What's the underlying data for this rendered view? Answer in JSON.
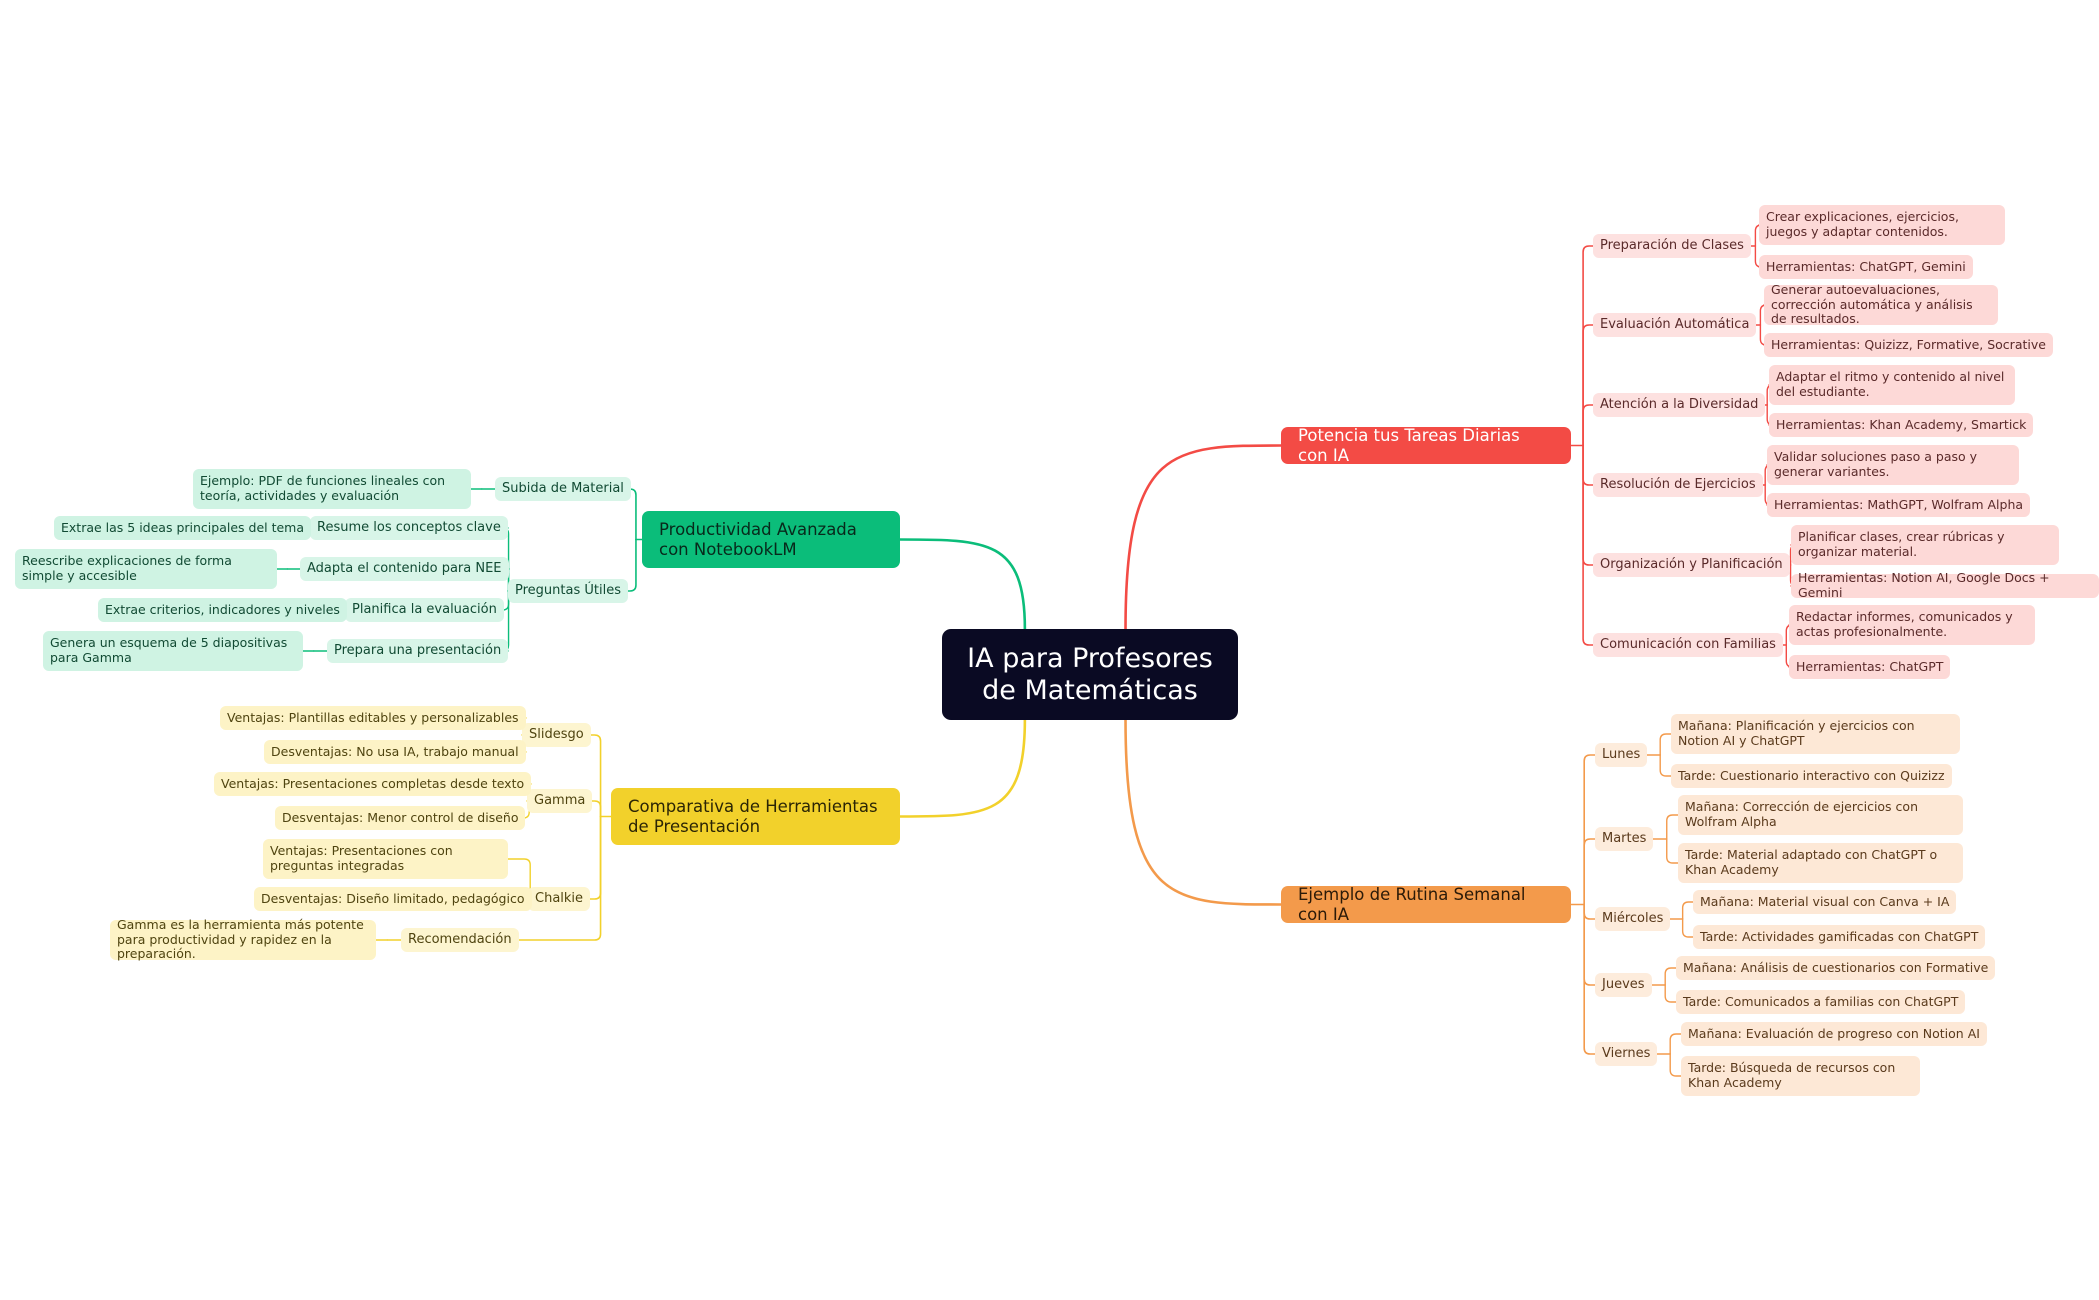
{
  "center": {
    "title": "IA para Profesores de Matemáticas"
  },
  "branches": {
    "tareas": {
      "title": "Potencia tus Tareas Diarias con IA",
      "color": "#f34b45",
      "items": [
        {
          "label": "Preparación de Clases",
          "leaves": [
            "Crear explicaciones, ejercicios, juegos y adaptar contenidos.",
            "Herramientas: ChatGPT, Gemini"
          ]
        },
        {
          "label": "Evaluación Automática",
          "leaves": [
            "Generar autoevaluaciones, corrección automática y análisis de resultados.",
            "Herramientas: Quizizz, Formative, Socrative"
          ]
        },
        {
          "label": "Atención a la Diversidad",
          "leaves": [
            "Adaptar el ritmo y contenido al nivel del estudiante.",
            "Herramientas: Khan Academy, Smartick"
          ]
        },
        {
          "label": "Resolución de Ejercicios",
          "leaves": [
            "Validar soluciones paso a paso y generar variantes.",
            "Herramientas: MathGPT, Wolfram Alpha"
          ]
        },
        {
          "label": "Organización y Planificación",
          "leaves": [
            "Planificar clases, crear rúbricas y organizar material.",
            "Herramientas: Notion AI, Google Docs + Gemini"
          ]
        },
        {
          "label": "Comunicación con Familias",
          "leaves": [
            "Redactar informes, comunicados y actas profesionalmente.",
            "Herramientas: ChatGPT"
          ]
        }
      ]
    },
    "rutina": {
      "title": "Ejemplo de Rutina Semanal con IA",
      "color": "#f39a4b",
      "items": [
        {
          "label": "Lunes",
          "leaves": [
            "Mañana: Planificación y ejercicios con Notion AI y ChatGPT",
            "Tarde: Cuestionario interactivo con Quizizz"
          ]
        },
        {
          "label": "Martes",
          "leaves": [
            "Mañana: Corrección de ejercicios con Wolfram Alpha",
            "Tarde: Material adaptado con ChatGPT o Khan Academy"
          ]
        },
        {
          "label": "Miércoles",
          "leaves": [
            "Mañana: Material visual con Canva + IA",
            "Tarde: Actividades gamificadas con ChatGPT"
          ]
        },
        {
          "label": "Jueves",
          "leaves": [
            "Mañana: Análisis de cuestionarios con Formative",
            "Tarde: Comunicados a familias con ChatGPT"
          ]
        },
        {
          "label": "Viernes",
          "leaves": [
            "Mañana: Evaluación de progreso con Notion AI",
            "Tarde: Búsqueda de recursos con Khan Academy"
          ]
        }
      ]
    },
    "notebook": {
      "title": "Productividad Avanzada con NotebookLM",
      "color": "#0bbd7a",
      "subida": {
        "label": "Subida de Material",
        "leaf": "Ejemplo: PDF de funciones lineales con teoría, actividades y evaluación"
      },
      "preguntas": {
        "label": "Preguntas Útiles",
        "items": [
          {
            "label": "Resume los conceptos clave",
            "leaf": "Extrae las 5 ideas principales del tema"
          },
          {
            "label": "Adapta el contenido para NEE",
            "leaf": "Reescribe explicaciones de forma simple y accesible"
          },
          {
            "label": "Planifica la evaluación",
            "leaf": "Extrae criterios, indicadores y niveles"
          },
          {
            "label": "Prepara una presentación",
            "leaf": "Genera un esquema de 5 diapositivas para Gamma"
          }
        ]
      }
    },
    "comparativa": {
      "title": "Comparativa de Herramientas de Presentación",
      "color": "#f2d12b",
      "items": [
        {
          "label": "Slidesgo",
          "leaves": [
            "Ventajas: Plantillas editables y personalizables",
            "Desventajas: No usa IA, trabajo manual"
          ]
        },
        {
          "label": "Gamma",
          "leaves": [
            "Ventajas: Presentaciones completas desde texto",
            "Desventajas: Menor control de diseño"
          ]
        },
        {
          "label": "Chalkie",
          "leaves": [
            "Ventajas: Presentaciones con preguntas integradas",
            "Desventajas: Diseño limitado, pedagógico"
          ]
        },
        {
          "label": "Recomendación",
          "leaves": [
            "Gamma es la herramienta más potente para productividad y rapidez en la preparación."
          ]
        }
      ]
    }
  }
}
